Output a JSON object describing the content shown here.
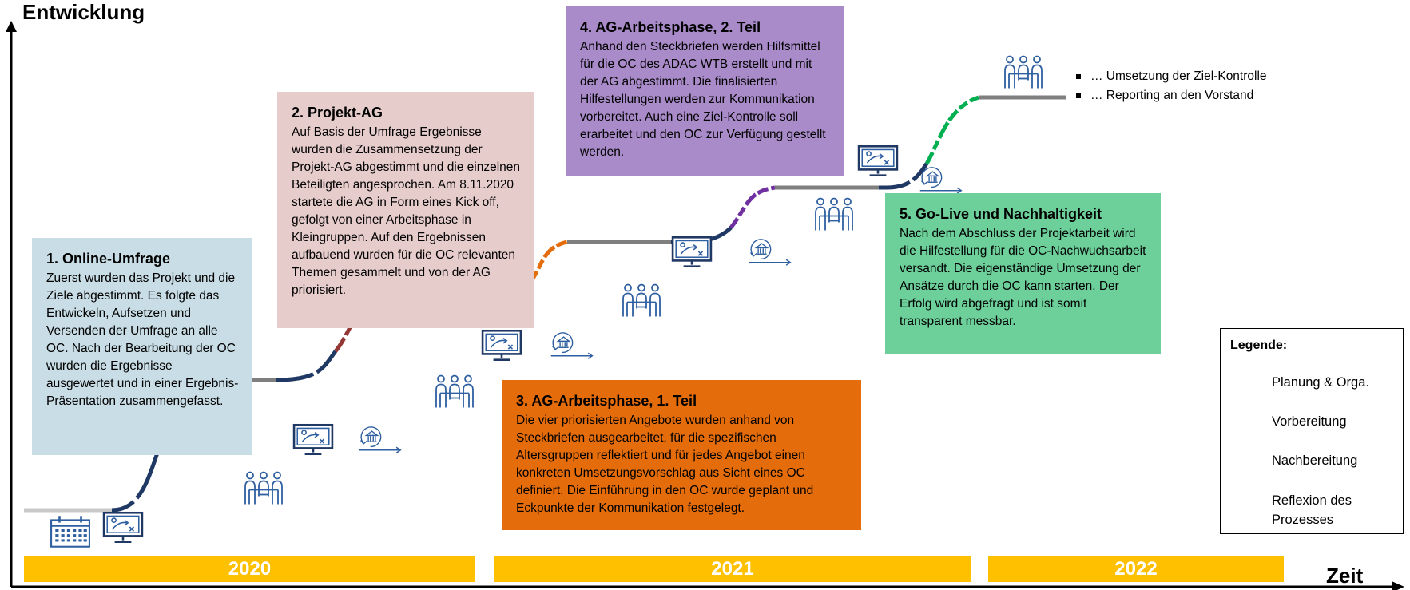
{
  "axes": {
    "y_label": "Entwicklung",
    "x_label": "Zeit"
  },
  "years": [
    "2020",
    "2021",
    "2022"
  ],
  "boxes": [
    {
      "id": "online-umfrage",
      "title": "1. Online-Umfrage",
      "body": "Zuerst wurden das Projekt und die Ziele abgestimmt. Es folgte das Entwickeln, Aufsetzen und Versenden der Umfrage an alle OC. Nach der Bearbeitung der OC wurden die Ergebnisse ausgewertet und in einer Ergebnis-Präsentation zusammengefasst.",
      "color": "#c8dde5"
    },
    {
      "id": "projekt-ag",
      "title": "2. Projekt-AG",
      "body": "Auf Basis der Umfrage Ergebnisse wurden die Zusammensetzung der Projekt-AG abgestimmt und die einzelnen Beteiligten angesprochen. Am 8.11.2020 startete die AG in Form eines Kick off, gefolgt von einer Arbeitsphase in Kleingruppen. Auf den Ergebnissen aufbauend wurden für die OC relevanten Themen gesammelt und von der AG priorisiert.",
      "color": "#e7cccc"
    },
    {
      "id": "ag-arbeitsphase-1",
      "title": "3. AG-Arbeitsphase, 1. Teil",
      "body": "Die vier priorisierten Angebote wurden anhand von Steckbriefen ausgearbeitet, für die spezifischen Altersgruppen reflektiert und für jedes Angebot einen konkreten Umsetzungsvorschlag aus Sicht eines OC definiert. Die Einführung in den OC wurde geplant und Eckpunkte der Kommunikation festgelegt.",
      "color": "#e46c0a"
    },
    {
      "id": "ag-arbeitsphase-2",
      "title": "4. AG-Arbeitsphase, 2. Teil",
      "body": "Anhand den Steckbriefen werden Hilfsmittel für die OC des ADAC WTB erstellt und mit der AG abgestimmt. Die finalisierten Hilfestellungen werden zur Kommunikation vorbereitet. Auch eine Ziel-Kontrolle soll erarbeitet und den OC zur Verfügung gestellt werden.",
      "color": "#a98bc9"
    },
    {
      "id": "go-live",
      "title": "5. Go-Live und Nachhaltigkeit",
      "body": "Nach dem Abschluss der Projektarbeit wird die Hilfestellung für die OC-Nachwuchsarbeit versandt. Die eigenständige Umsetzung der Ansätze durch die OC kann starten. Der Erfolg wird abgefragt und ist somit transparent messbar.",
      "color": "#6dd09a"
    }
  ],
  "outlook_bullets": [
    "… Umsetzung der Ziel-Kontrolle",
    "… Reporting an den Vorstand"
  ],
  "legend": {
    "title": "Legende:",
    "items": [
      {
        "label": "Planung & Orga.",
        "icon": "calendar-icon"
      },
      {
        "label": "Vorbereitung",
        "icon": "monitor-strategy-icon"
      },
      {
        "label": "Nachbereitung",
        "icon": "team-meeting-icon"
      },
      {
        "label": "Reflexion des Prozesses",
        "icon": "reflection-cycle-icon"
      }
    ]
  },
  "colors": {
    "timeline_gray": "#7f7f7f",
    "navy": "#1f3864",
    "teal": "#31849b",
    "red": "#943634",
    "orange": "#e46c0a",
    "purple": "#7030a0",
    "green": "#00b050",
    "year_bar": "#ffc000",
    "icon_blue": "#2e5fa0"
  }
}
